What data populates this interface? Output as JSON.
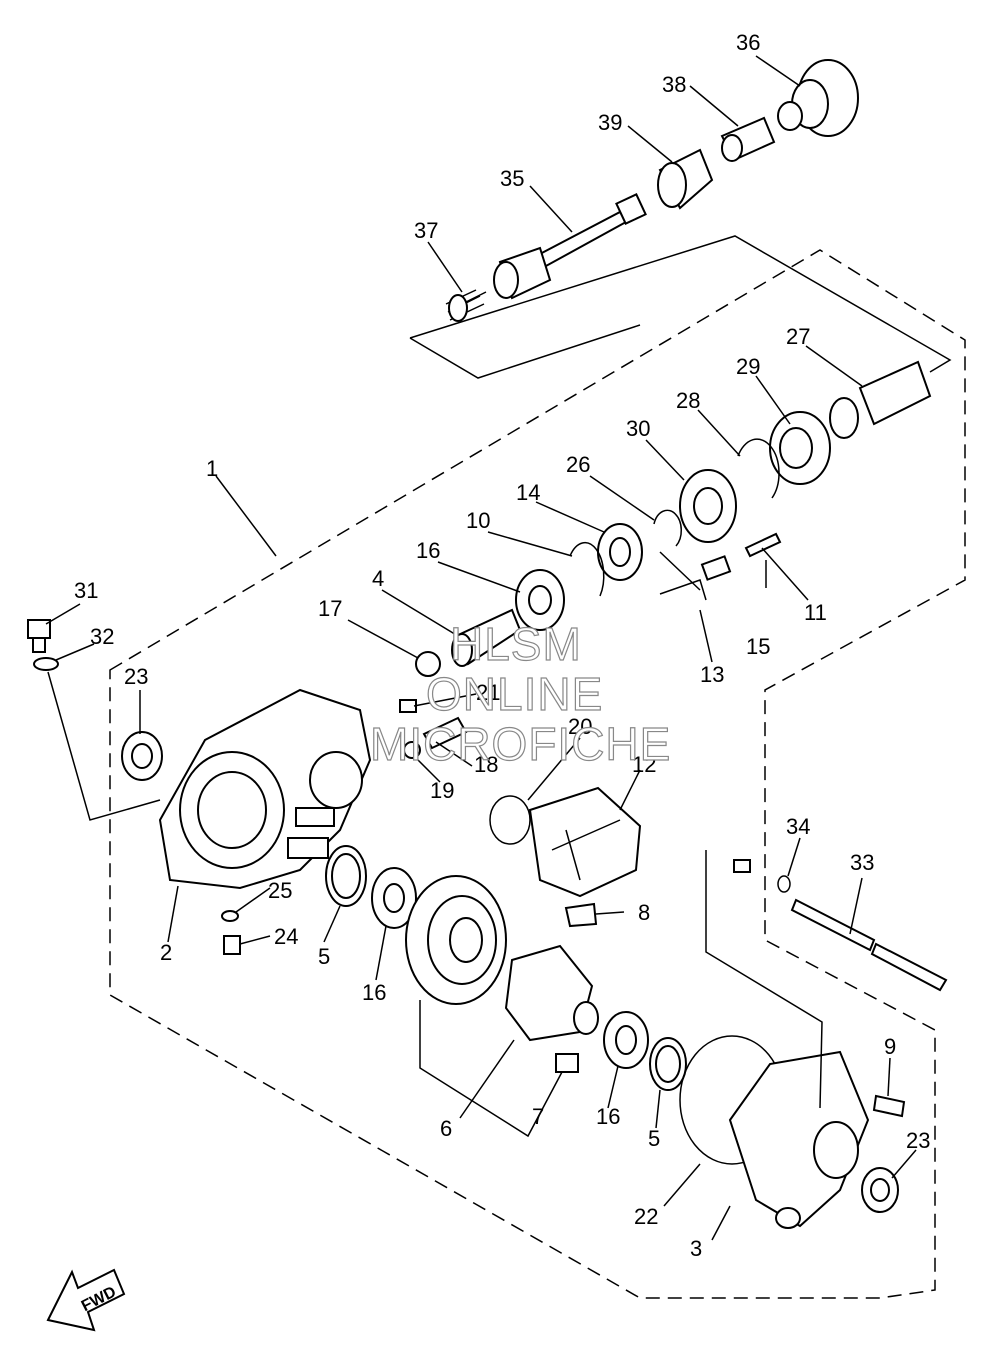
{
  "callouts": [
    {
      "id": "c1",
      "label": "1"
    },
    {
      "id": "c2",
      "label": "2"
    },
    {
      "id": "c3",
      "label": "3"
    },
    {
      "id": "c4",
      "label": "4"
    },
    {
      "id": "c5a",
      "label": "5"
    },
    {
      "id": "c5b",
      "label": "5"
    },
    {
      "id": "c6",
      "label": "6"
    },
    {
      "id": "c7",
      "label": "7"
    },
    {
      "id": "c8",
      "label": "8"
    },
    {
      "id": "c9",
      "label": "9"
    },
    {
      "id": "c10",
      "label": "10"
    },
    {
      "id": "c11",
      "label": "11"
    },
    {
      "id": "c12",
      "label": "12"
    },
    {
      "id": "c13",
      "label": "13"
    },
    {
      "id": "c14",
      "label": "14"
    },
    {
      "id": "c15",
      "label": "15"
    },
    {
      "id": "c16a",
      "label": "16"
    },
    {
      "id": "c16b",
      "label": "16"
    },
    {
      "id": "c16c",
      "label": "16"
    },
    {
      "id": "c17",
      "label": "17"
    },
    {
      "id": "c18",
      "label": "18"
    },
    {
      "id": "c19",
      "label": "19"
    },
    {
      "id": "c20",
      "label": "20"
    },
    {
      "id": "c21",
      "label": "21"
    },
    {
      "id": "c22",
      "label": "22"
    },
    {
      "id": "c23a",
      "label": "23"
    },
    {
      "id": "c23b",
      "label": "23"
    },
    {
      "id": "c24",
      "label": "24"
    },
    {
      "id": "c25",
      "label": "25"
    },
    {
      "id": "c26",
      "label": "26"
    },
    {
      "id": "c27",
      "label": "27"
    },
    {
      "id": "c28",
      "label": "28"
    },
    {
      "id": "c29",
      "label": "29"
    },
    {
      "id": "c30",
      "label": "30"
    },
    {
      "id": "c31",
      "label": "31"
    },
    {
      "id": "c32",
      "label": "32"
    },
    {
      "id": "c33",
      "label": "33"
    },
    {
      "id": "c34",
      "label": "34"
    },
    {
      "id": "c35",
      "label": "35"
    },
    {
      "id": "c36",
      "label": "36"
    },
    {
      "id": "c37",
      "label": "37"
    },
    {
      "id": "c38",
      "label": "38"
    },
    {
      "id": "c39",
      "label": "39"
    }
  ],
  "watermark": {
    "line1": "HLSM",
    "line2": "ONLINE",
    "line3": "MICROFICHE"
  },
  "direction_arrow": {
    "label": "FWD",
    "icon": "forward-arrow-icon"
  }
}
